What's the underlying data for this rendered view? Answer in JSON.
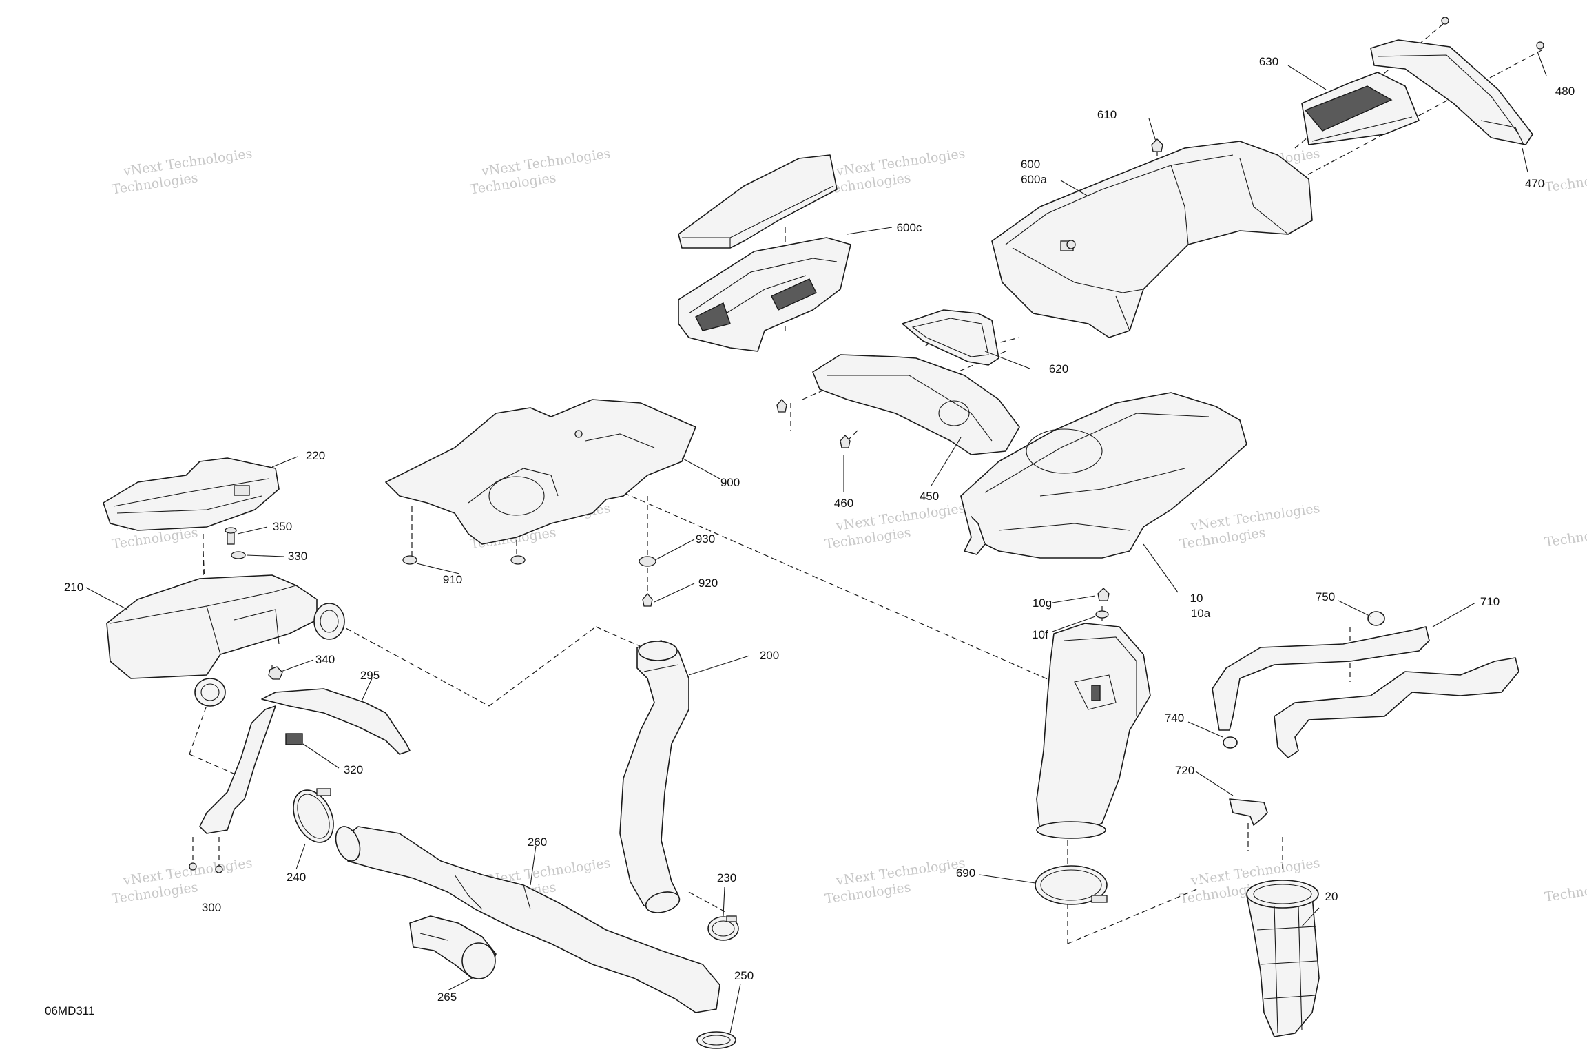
{
  "document_id": "06MD311",
  "watermark": {
    "line1": "vNext Technologies",
    "line2": "Technologies"
  },
  "callouts": [
    {
      "id": "c480",
      "text": "480"
    },
    {
      "id": "c470",
      "text": "470"
    },
    {
      "id": "c630",
      "text": "630"
    },
    {
      "id": "c610",
      "text": "610"
    },
    {
      "id": "c600",
      "text": "600"
    },
    {
      "id": "c600a",
      "text": "600a"
    },
    {
      "id": "c600c",
      "text": "600c"
    },
    {
      "id": "c620",
      "text": "620"
    },
    {
      "id": "c450",
      "text": "450"
    },
    {
      "id": "c460",
      "text": "460"
    },
    {
      "id": "c900",
      "text": "900"
    },
    {
      "id": "c910",
      "text": "910"
    },
    {
      "id": "c930",
      "text": "930"
    },
    {
      "id": "c920",
      "text": "920"
    },
    {
      "id": "c220",
      "text": "220"
    },
    {
      "id": "c350",
      "text": "350"
    },
    {
      "id": "c330",
      "text": "330"
    },
    {
      "id": "c210",
      "text": "210"
    },
    {
      "id": "c340",
      "text": "340"
    },
    {
      "id": "c295",
      "text": "295"
    },
    {
      "id": "c320",
      "text": "320"
    },
    {
      "id": "c240",
      "text": "240"
    },
    {
      "id": "c300",
      "text": "300"
    },
    {
      "id": "c200",
      "text": "200"
    },
    {
      "id": "c260",
      "text": "260"
    },
    {
      "id": "c230",
      "text": "230"
    },
    {
      "id": "c265",
      "text": "265"
    },
    {
      "id": "c250",
      "text": "250"
    },
    {
      "id": "c10",
      "text": "10"
    },
    {
      "id": "c10a",
      "text": "10a"
    },
    {
      "id": "c10g",
      "text": "10g"
    },
    {
      "id": "c10f",
      "text": "10f"
    },
    {
      "id": "c750",
      "text": "750"
    },
    {
      "id": "c710",
      "text": "710"
    },
    {
      "id": "c740",
      "text": "740"
    },
    {
      "id": "c720",
      "text": "720"
    },
    {
      "id": "c690",
      "text": "690"
    },
    {
      "id": "c20",
      "text": "20"
    }
  ]
}
